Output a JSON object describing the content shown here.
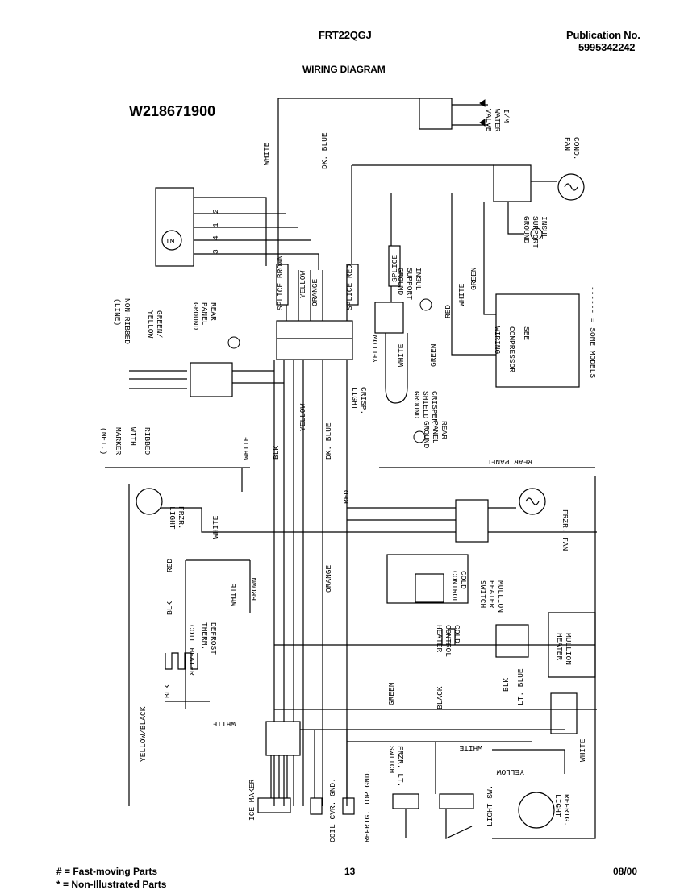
{
  "header": {
    "model": "FRT22QGJ",
    "publication_label": "Publication No.",
    "publication_number": "5995342242",
    "title": "WIRING DIAGRAM"
  },
  "diagram_id": "W218671900",
  "labels": {
    "im_water_valve": [
      "I/M",
      "WATER",
      "VALVE"
    ],
    "cond_fan": [
      "COND.",
      "FAN"
    ],
    "insul_support_ground_top": [
      "INSUL",
      "SUPPORT",
      "GROUND"
    ],
    "insul_support_ground_mid": [
      "INSUL",
      "SUPPORT",
      "GROUND"
    ],
    "white_top": "WHITE",
    "dk_blue_top": "DK. BLUE",
    "splice_brown": "SPLICE BROWN",
    "yellow_mid": "YELLOW",
    "orange_mid": "ORANGE",
    "splice_red": "SPLICE RED",
    "splice_right": "SPLICE",
    "green_right": "GREEN",
    "white_right": "WHITE",
    "red_right": "RED",
    "see_compressor": [
      "SEE",
      "COMPRESSOR",
      "WIRING"
    ],
    "some_models": "------ = SOME MODELS",
    "timer_pins": [
      "2",
      "1",
      "4",
      "3"
    ],
    "timer": "TM",
    "non_ribbed": [
      "NON-RIBBED",
      "(LINE)"
    ],
    "green_yellow": [
      "GREEN/",
      "YELLOW"
    ],
    "rear_panel_ground_left": [
      "REAR",
      "PANEL",
      "GROUND"
    ],
    "ribbed": [
      "RIBBED",
      "WITH",
      "MARKER",
      "(NET.)"
    ],
    "white_left": "WHITE",
    "blk_left": "BLK",
    "yellow_left": "YELLOW",
    "dk_blue_left": "DK. BLUE",
    "yellow_crisp": "YELLOW",
    "white_crisp": "WHITE",
    "green_crisp": "GREEN",
    "crisp_light": [
      "CRISP.",
      "LIGHT"
    ],
    "crisper_shield_ground": [
      "CRISPER",
      "SHIELD",
      "GROUND"
    ],
    "rear_panel_ground_right": [
      "REAR",
      "PANEL",
      "GROUND"
    ],
    "rear_panel": "REAR PANEL",
    "frzr_light": [
      "FRZR.",
      "LIGHT"
    ],
    "white_frzr": "WHITE",
    "red_lower": "RED",
    "frzr_fan": "FRZR. FAN",
    "red_defrost": "RED",
    "white_defrost": "WHITE",
    "brown_defrost": "BROWN",
    "defrost_therm": [
      "DEFROST",
      "THERM."
    ],
    "blk_coil": "BLK",
    "coil_heater": "COIL HEATER",
    "blk_coil_low": "BLK",
    "orange_lower": "ORANGE",
    "cold_control": [
      "COLD",
      "CONTROL"
    ],
    "cold_control_heater": [
      "COLD",
      "CONTROL",
      "HEATER"
    ],
    "mullion_heater_switch": [
      "MULLION",
      "HEATER",
      "SWITCH"
    ],
    "mullion_heater": [
      "MULLION",
      "HEATER"
    ],
    "yellow_black": "YELLOW/BLACK",
    "white_bottom": "WHITE",
    "green_lower": "GREEN",
    "black_lower": "BLACK",
    "blk_lower": "BLK",
    "lt_blue_lower": "LT. BLUE",
    "white_bottom_right": "WHITE",
    "white_vert_right": "WHITE",
    "yellow_bottom": "YELLOW",
    "ice_maker": "ICE MAKER",
    "coil_cvr_gnd": "COIL CVR. GND.",
    "refrig_top_gnd": "REFRIG. TOP GND.",
    "frzr_lt_switch": [
      "FRZR. LT.",
      "SWITCH"
    ],
    "light_sw": "LIGHT SW.",
    "refrig_light": [
      "REFRIG.",
      "LIGHT"
    ]
  },
  "footer": {
    "legend_fast": "# = Fast-moving Parts",
    "legend_non": "* = Non-Illustrated Parts",
    "page": "13",
    "date": "08/00"
  }
}
